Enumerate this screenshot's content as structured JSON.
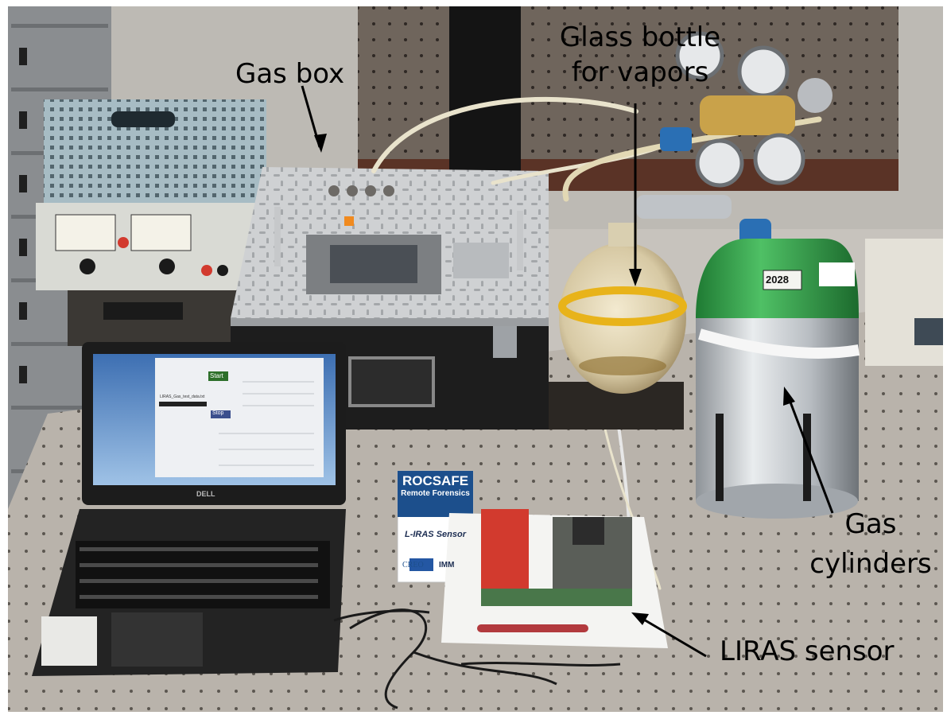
{
  "annotations": {
    "gas_box": "Gas box",
    "glass_bottle_line1": "Glass bottle",
    "glass_bottle_line2": "for vapors",
    "gas_cylinders_line1": "Gas",
    "gas_cylinders_line2": "cylinders",
    "liras_sensor": "LIRAS sensor"
  },
  "sign": {
    "line1": "ROCSAFE",
    "line2": "Remote Forensics",
    "product": "L-IRAS Sensor",
    "logo_left": "CREO",
    "logo_right": "IMM"
  },
  "laptop": {
    "brand": "DELL",
    "start_button": "Start",
    "stop_button": "Stop",
    "file_name": "LIRAS_Gas_test_data.txt"
  },
  "cylinder": {
    "number": "2028"
  },
  "colors": {
    "background": "#ffffff",
    "label_text": "#000000",
    "table_surface": "#b9b3ab",
    "cylinder_green": "#2f9e45",
    "cylinder_silver": "#c9cdd1",
    "bottle_band": "#e8b31a",
    "board_red": "#d23a2e"
  }
}
